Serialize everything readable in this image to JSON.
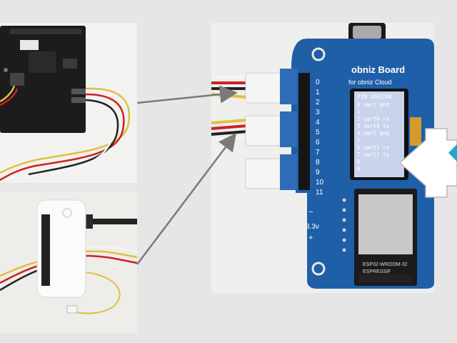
{
  "board": {
    "brand": "obniz Board",
    "subtitle": "for obniz Cloud",
    "pins": [
      "0",
      "1",
      "2",
      "3",
      "4",
      "5",
      "6",
      "7",
      "8",
      "9",
      "10",
      "11"
    ],
    "minus_label": "−",
    "voltage_label": "3.3v",
    "plus_label": "+"
  },
  "lcd": {
    "title": "PIN ASSIGN",
    "lines": [
      "0 uart gnd",
      "1",
      "2 uart0 rx",
      "3 uart0 tx",
      "4 uart gnd",
      "5",
      "6 uart1 rx",
      "7 uart1 tx",
      "8",
      "9"
    ]
  },
  "module": {
    "line1": "ESP32-WROOM-32",
    "line2": "ESPRESSIF"
  },
  "colors": {
    "pcb_blue": "#1f5fa8",
    "lcd_screen": "#c9d3ec",
    "arrow_gray": "#7a7a7a",
    "accent_teal": "#1aa7c9"
  }
}
